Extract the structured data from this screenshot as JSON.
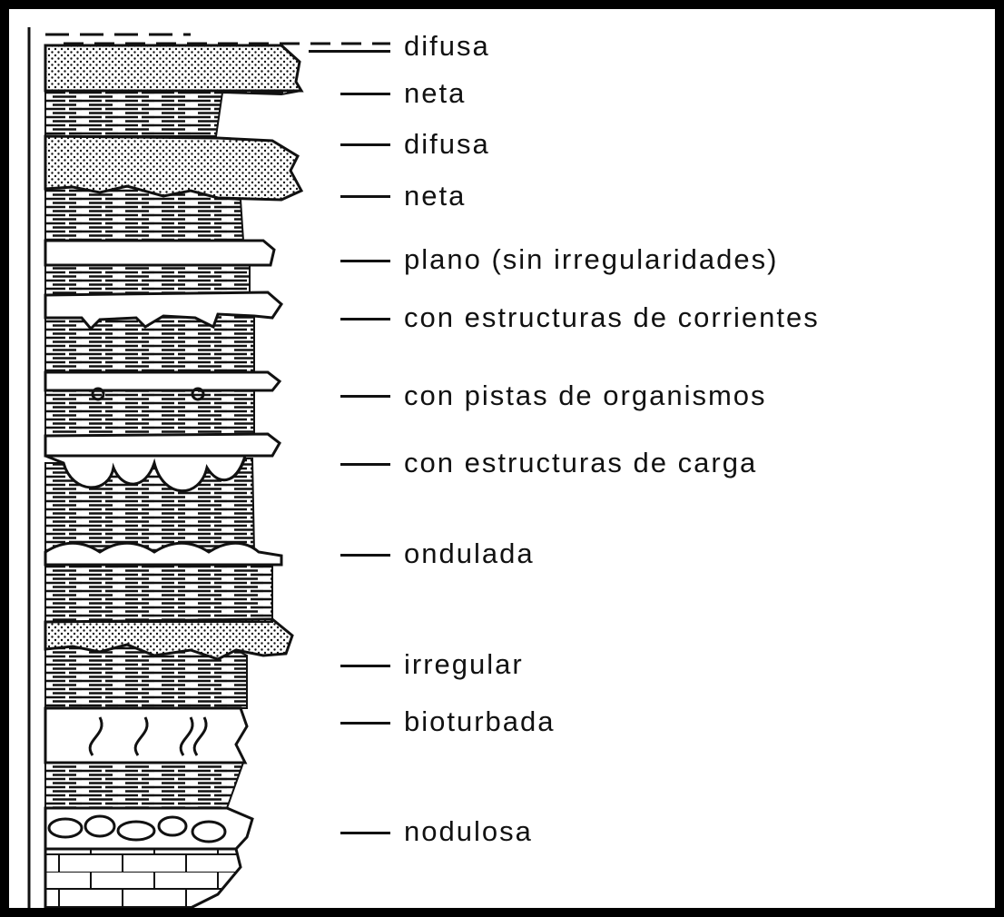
{
  "diagram": {
    "boundaries": [
      {
        "id": "b1",
        "label": "difusa"
      },
      {
        "id": "b2",
        "label": "neta"
      },
      {
        "id": "b3",
        "label": "difusa"
      },
      {
        "id": "b4",
        "label": "neta"
      },
      {
        "id": "b5",
        "label": "plano (sin irregularidades)"
      },
      {
        "id": "b6",
        "label": "con estructuras de corrientes"
      },
      {
        "id": "b7",
        "label": "con pistas de organismos"
      },
      {
        "id": "b8",
        "label": "con estructuras de carga"
      },
      {
        "id": "b9",
        "label": "ondulada"
      },
      {
        "id": "b10",
        "label": "irregular"
      },
      {
        "id": "b11",
        "label": "bioturbada"
      },
      {
        "id": "b12",
        "label": "nodulosa"
      }
    ],
    "colors": {
      "frame": "#000000",
      "paper": "#ffffff",
      "ink": "#111111"
    }
  }
}
